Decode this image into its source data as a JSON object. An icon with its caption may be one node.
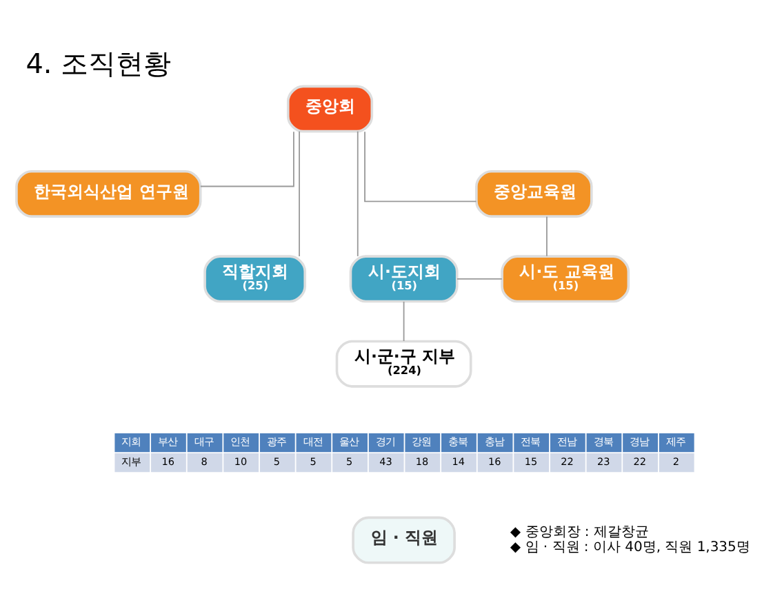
{
  "diagram": {
    "title": "4. 조직현황",
    "nodes": [
      {
        "text": [
          "중앙회"
        ]
      },
      {
        "text": [
          "한국외식산업 연구원"
        ]
      },
      {
        "text": [
          "중앙교육원"
        ]
      },
      {
        "text": [
          "직할지회",
          "(25)"
        ]
      },
      {
        "text": [
          "시·도지회",
          "(15)"
        ]
      },
      {
        "text": [
          "시·도 교육원",
          "(15)"
        ]
      },
      {
        "text": [
          "시·군·구 지부",
          "(224)"
        ]
      },
      {
        "text": [
          "임 · 직원"
        ],
        "beside": [
          "◆ 중앙회장 : 제갈창균",
          "◆ 임 · 직원 : 이사 40명, 직원 1,335명"
        ]
      }
    ],
    "edges": [
      {
        "from": 0,
        "to": 1,
        "arrow": "none"
      },
      {
        "from": 0,
        "to": 2,
        "arrow": "none"
      },
      {
        "from": 0,
        "to": 3,
        "arrow": "none"
      },
      {
        "from": 0,
        "to": 4,
        "arrow": "none"
      },
      {
        "from": 2,
        "to": 5,
        "arrow": "none"
      },
      {
        "from": 4,
        "to": 5,
        "arrow": "none"
      },
      {
        "from": 4,
        "to": 6,
        "arrow": "none"
      }
    ],
    "labels": [
      "지회",
      "부산",
      "대구",
      "인천",
      "광주",
      "대전",
      "울산",
      "경기",
      "강원",
      "충북",
      "충남",
      "전북",
      "전남",
      "경북",
      "경남",
      "제주",
      "지부",
      "16",
      "8",
      "10",
      "5",
      "5",
      "5",
      "43",
      "18",
      "14",
      "16",
      "15",
      "22",
      "23",
      "22",
      "2"
    ]
  }
}
